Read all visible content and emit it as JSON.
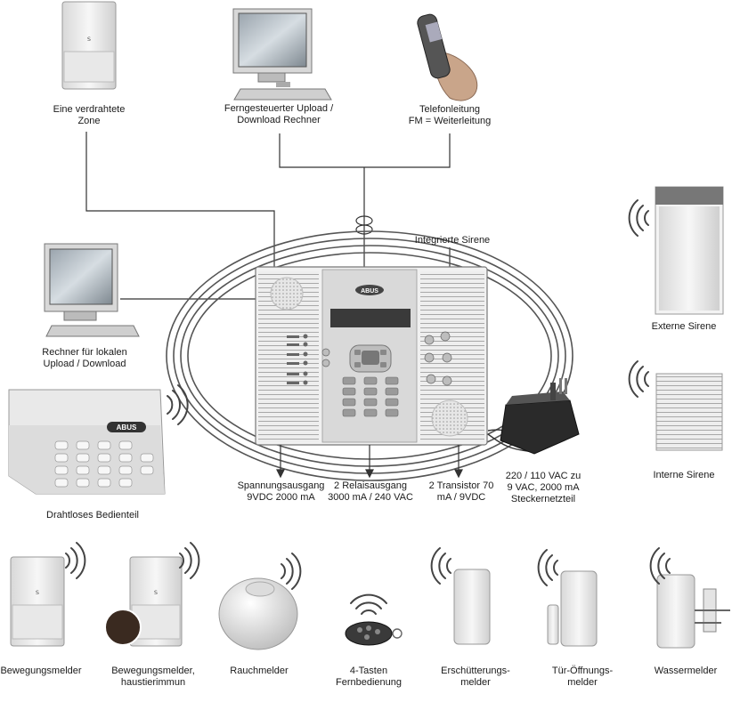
{
  "devices": {
    "wired_zone": "Eine verdrahtete\nZone",
    "remote_pc": "Ferngesteuerter Upload /\nDownload Rechner",
    "phone_line": "Telefonleitung\nFM = Weiterleitung",
    "integrated_siren": "Integrierte Sirene",
    "local_pc": "Rechner für lokalen\nUpload / Download",
    "external_siren": "Externe Sirene",
    "internal_siren": "Interne Sirene",
    "wireless_keypad": "Drahtloses Bedienteil",
    "voltage_output": "Spannungsausgang\n9VDC 2000 mA",
    "relay_output": "2 Relaisausgang\n3000 mA / 240 VAC",
    "transistor_output": "2 Transistor 70\nmA / 9VDC",
    "power_supply": "220 / 110 VAC zu\n9 VAC, 2000 mA\nSteckernetzteil",
    "motion_detector": "Bewegungsmelder",
    "motion_detector_pet": "Bewegungsmelder,\nhaustierimmun",
    "smoke_detector": "Rauchmelder",
    "remote_control": "4-Tasten\nFernbedienung",
    "vibration_detector": "Erschütterungs-\nmelder",
    "door_contact": "Tür-Öffnungs-\nmelder",
    "water_detector": "Wassermelder"
  },
  "panel": {
    "brand": "ABUS"
  },
  "keypad": {
    "brand": "ABUS"
  },
  "icons": {
    "wave": "wireless-wave-icon"
  }
}
